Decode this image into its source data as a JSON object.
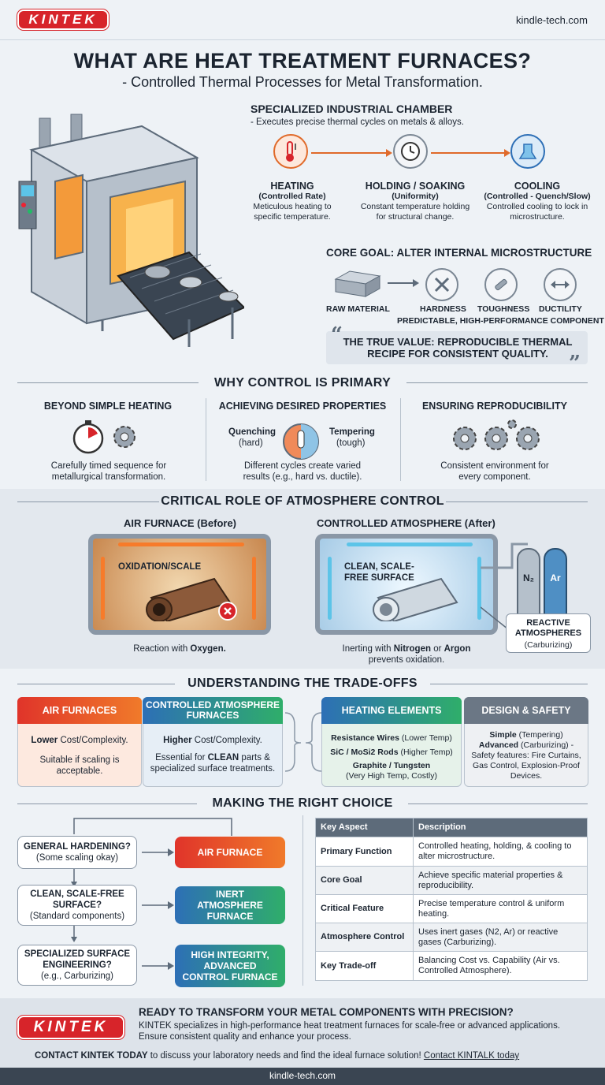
{
  "brand": {
    "logo": "KINTEK",
    "site": "kindle-tech.com"
  },
  "colors": {
    "red": "#d7242a",
    "orange": "#f07a2a",
    "green": "#2fae6a",
    "blue": "#2d6fb6",
    "slate": "#5d6b7a"
  },
  "hero": {
    "title": "WHAT ARE HEAT TREATMENT FURNACES?",
    "subtitle": "- Controlled Thermal Processes for Metal Transformation.",
    "chamber_title": "SPECIALIZED INDUSTRIAL CHAMBER",
    "chamber_desc": "- Executes precise thermal cycles on metals & alloys.",
    "steps": [
      {
        "icon": "thermometer-icon",
        "title": "HEATING",
        "sub": "(Controlled Rate)",
        "desc": "Meticulous heating to specific temperature."
      },
      {
        "icon": "clock-icon",
        "title": "HOLDING / SOAKING",
        "sub": "(Uniformity)",
        "desc": "Constant temperature holding for structural change."
      },
      {
        "icon": "cooling-icon",
        "title": "COOLING",
        "sub": "(Controlled - Quench/Slow)",
        "desc": "Controlled cooling to lock in microstructure."
      }
    ],
    "core_goal": "CORE GOAL: ALTER INTERNAL MICROSTRUCTURE",
    "raw_material": "RAW MATERIAL",
    "properties": [
      "HARDNESS",
      "TOUGHNESS",
      "DUCTILITY"
    ],
    "component": "PREDICTABLE, HIGH-PERFORMANCE COMPONENT",
    "quote": "THE TRUE VALUE: REPRODUCIBLE THERMAL RECIPE FOR CONSISTENT QUALITY."
  },
  "why": {
    "title": "WHY CONTROL IS PRIMARY",
    "cols": [
      {
        "title": "BEYOND SIMPLE HEATING",
        "desc": "Carefully timed sequence for metallurgical transformation."
      },
      {
        "title": "ACHIEVING DESIRED PROPERTIES",
        "left": "Quenching",
        "left_sub": "(hard)",
        "right": "Tempering",
        "right_sub": "(tough)",
        "desc": "Different cycles create varied results (e.g., hard vs. ductile)."
      },
      {
        "title": "ENSURING REPRODUCIBILITY",
        "desc": "Consistent environment for every component."
      }
    ]
  },
  "atmosphere": {
    "title": "CRITICAL ROLE OF ATMOSPHERE CONTROL",
    "air_title": "AIR FURNACE (Before)",
    "air_label": "OXIDATION/SCALE",
    "air_caption_pre": "Reaction with ",
    "air_caption_bold": "Oxygen.",
    "ctrl_title": "CONTROLLED ATMOSPHERE (After)",
    "ctrl_label": "CLEAN, SCALE-FREE SURFACE",
    "ctrl_caption_1": "Inerting with ",
    "ctrl_caption_n": "Nitrogen",
    "ctrl_caption_or": " or ",
    "ctrl_caption_ar": "Argon",
    "ctrl_caption_2": "prevents oxidation.",
    "gas1": "N₂",
    "gas2": "Ar",
    "reactive": "REACTIVE ATMOSPHERES",
    "reactive_sub": "(Carburizing)"
  },
  "tradeoffs": {
    "title": "UNDERSTANDING THE TRADE-OFFS",
    "air": {
      "head": "AIR FURNACES",
      "l1_b": "Lower",
      "l1": " Cost/Complexity.",
      "l2": "Suitable if scaling is acceptable."
    },
    "ctrl": {
      "head": "CONTROLLED ATMOSPHERE FURNACES",
      "l1_b": "Higher",
      "l1": " Cost/Complexity.",
      "l2_pre": "Essential for ",
      "l2_b": "CLEAN",
      "l2": " parts & specialized surface treatments."
    },
    "heating": {
      "head": "HEATING ELEMENTS",
      "r1_b": "Resistance Wires",
      "r1": " (Lower Temp)",
      "r2_b": "SiC / MoSi2 Rods",
      "r2": " (Higher Temp)",
      "r3_b": "Graphite / Tungsten",
      "r3": "(Very High Temp, Costly)"
    },
    "design": {
      "head": "DESIGN & SAFETY",
      "r1_b": "Simple",
      "r1": " (Tempering)",
      "r2_b": "Advanced",
      "r2": " (Carburizing) -",
      "r3": "Safety features: Fire Curtains, Gas Control, Explosion-Proof Devices."
    }
  },
  "choice": {
    "title": "MAKING THE RIGHT CHOICE",
    "flow": [
      {
        "q": "GENERAL HARDENING?",
        "q_sub": "(Some scaling okay)",
        "a": "AIR FURNACE"
      },
      {
        "q": "CLEAN, SCALE-FREE SURFACE?",
        "q_sub": "(Standard components)",
        "a": "INERT ATMOSPHERE FURNACE"
      },
      {
        "q": "SPECIALIZED SURFACE ENGINEERING?",
        "q_sub": "(e.g., Carburizing)",
        "a": "HIGH INTEGRITY, ADVANCED CONTROL FURNACE"
      }
    ],
    "table": {
      "headers": [
        "Key Aspect",
        "Description"
      ],
      "rows": [
        [
          "Primary Function",
          "Controlled heating, holding, & cooling to alter microstructure."
        ],
        [
          "Core Goal",
          "Achieve specific material properties & reproducibility."
        ],
        [
          "Critical Feature",
          "Precise temperature control & uniform heating."
        ],
        [
          "Atmosphere Control",
          "Uses inert gases (N2, Ar) or reactive gases (Carburizing)."
        ],
        [
          "Key Trade-off",
          "Balancing Cost vs. Capability (Air vs. Controlled Atmosphere)."
        ]
      ]
    }
  },
  "cta": {
    "headline": "READY TO TRANSFORM YOUR METAL COMPONENTS WITH PRECISION?",
    "body": "KINTEK specializes in high-performance heat treatment furnaces for scale-free or advanced applications. Ensure consistent quality and enhance your process.",
    "contact_b": "CONTACT KINTEK TODAY",
    "contact": " to discuss your laboratory needs and find the ideal furnace solution!",
    "link": "Contact KINTALK today"
  },
  "footer": {
    "site": "kindle-tech.com"
  }
}
